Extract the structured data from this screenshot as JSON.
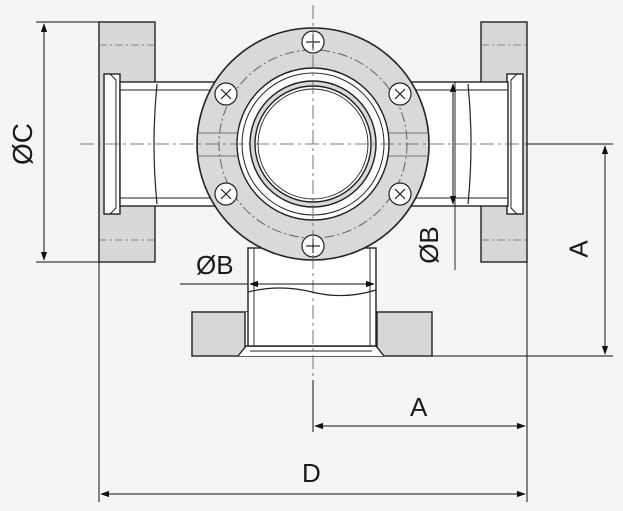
{
  "labels": {
    "dia_c": "ØC",
    "dia_b_horizontal": "ØB",
    "dia_b_vertical": "ØB",
    "dim_a_horizontal": "A",
    "dim_a_vertical": "A",
    "dim_d": "D"
  }
}
